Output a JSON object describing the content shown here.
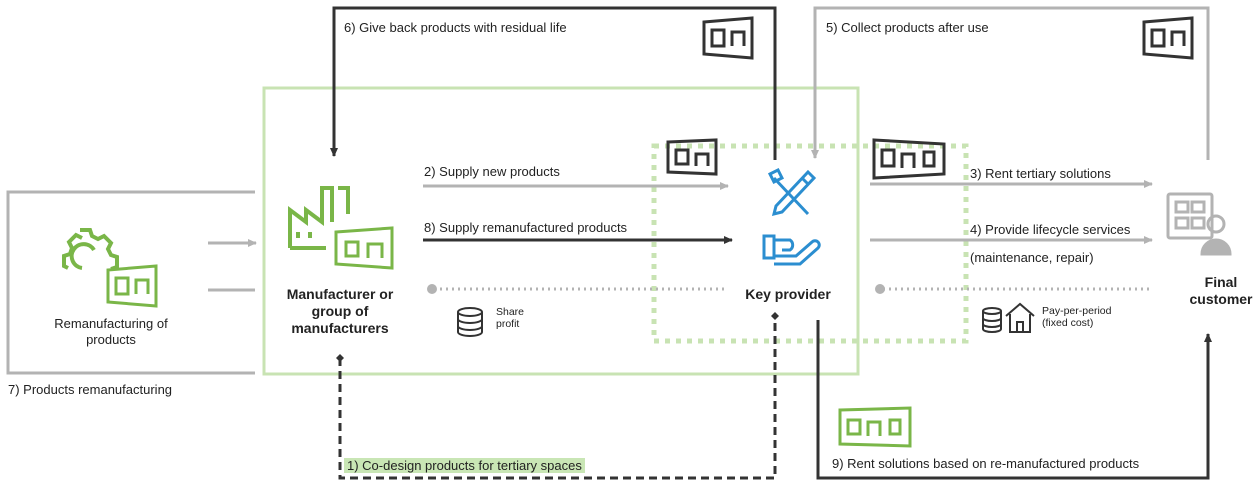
{
  "nodes": {
    "remanufacturing": "Remanufacturing of products",
    "manufacturer": "Manufacturer or group of manufacturers",
    "key_provider": "Key provider",
    "final_customer": "Final customer"
  },
  "flows": {
    "f1": "1) Co-design products for tertiary spaces",
    "f2": "2) Supply new products",
    "f3": "3) Rent tertiary solutions",
    "f4": "4) Provide lifecycle services",
    "f4_sub": "(maintenance, repair)",
    "f5": "5) Collect products after use",
    "f6": "6) Give back products with residual life",
    "f7": "7) Products remanufacturing",
    "f8": "8) Supply remanufactured products",
    "f9": "9) Rent solutions based on re-manufactured products"
  },
  "money": {
    "share_profit": "Share profit",
    "pay_per_period": "Pay-per-period",
    "fixed_cost": "(fixed cost)"
  },
  "colors": {
    "green": "#7ab648",
    "light_green": "#c8e3b3",
    "blue": "#2b8ed0",
    "gray": "#b3b3b3",
    "dark": "#333333"
  },
  "icons": [
    "gear-icon",
    "factory-icon",
    "tools-icon",
    "handshake-icon",
    "office-person-icon",
    "furniture-icon",
    "coins-icon",
    "house-icon"
  ]
}
